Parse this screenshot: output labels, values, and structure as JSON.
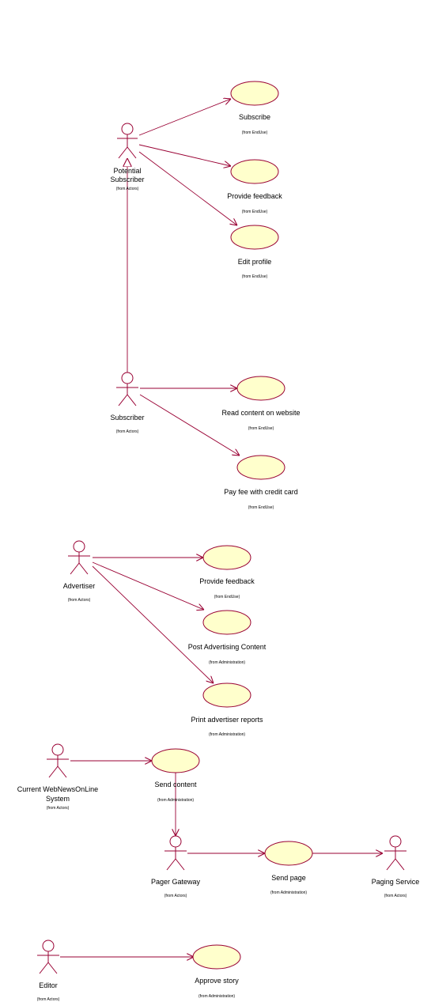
{
  "colors": {
    "line": "#990033",
    "usecase_fill": "#ffffcc",
    "background": "#ffffff"
  },
  "actors": {
    "potential_subscriber": {
      "label_line1": "Potential",
      "label_line2": "Subscriber",
      "source": "(from Actors)"
    },
    "subscriber": {
      "label": "Subscriber",
      "source": "(from Actors)"
    },
    "advertiser": {
      "label": "Advertiser",
      "source": "(from Actors)"
    },
    "current_system": {
      "label_line1": "Current WebNewsOnLine",
      "label_line2": "System",
      "source": "(from Actors)"
    },
    "pager_gateway": {
      "label": "Pager Gateway",
      "source": "(from Actors)"
    },
    "paging_service": {
      "label": "Paging Service",
      "source": "(from Actors)"
    },
    "editor": {
      "label": "Editor",
      "source": "(from Actors)"
    }
  },
  "use_cases": {
    "subscribe": {
      "label": "Subscribe",
      "source": "(from EndUse)"
    },
    "provide_feedback_1": {
      "label": "Provide feedback",
      "source": "(from EndUse)"
    },
    "edit_profile": {
      "label": "Edit profile",
      "source": "(from EndUse)"
    },
    "read_content": {
      "label": "Read content on website",
      "source": "(from EndUse)"
    },
    "pay_fee": {
      "label": "Pay fee with credit card",
      "source": "(from EndUse)"
    },
    "provide_feedback_2": {
      "label": "Provide feedback",
      "source": "(from EndUse)"
    },
    "post_advertising": {
      "label": "Post Advertising Content",
      "source": "(from Administration)"
    },
    "print_reports": {
      "label": "Print advertiser reports",
      "source": "(from Administration)"
    },
    "send_content": {
      "label": "Send content",
      "source": "(from Administration)"
    },
    "send_page": {
      "label": "Send page",
      "source": "(from Administration)"
    },
    "approve_story": {
      "label": "Approve story",
      "source": "(from Administration)"
    }
  }
}
